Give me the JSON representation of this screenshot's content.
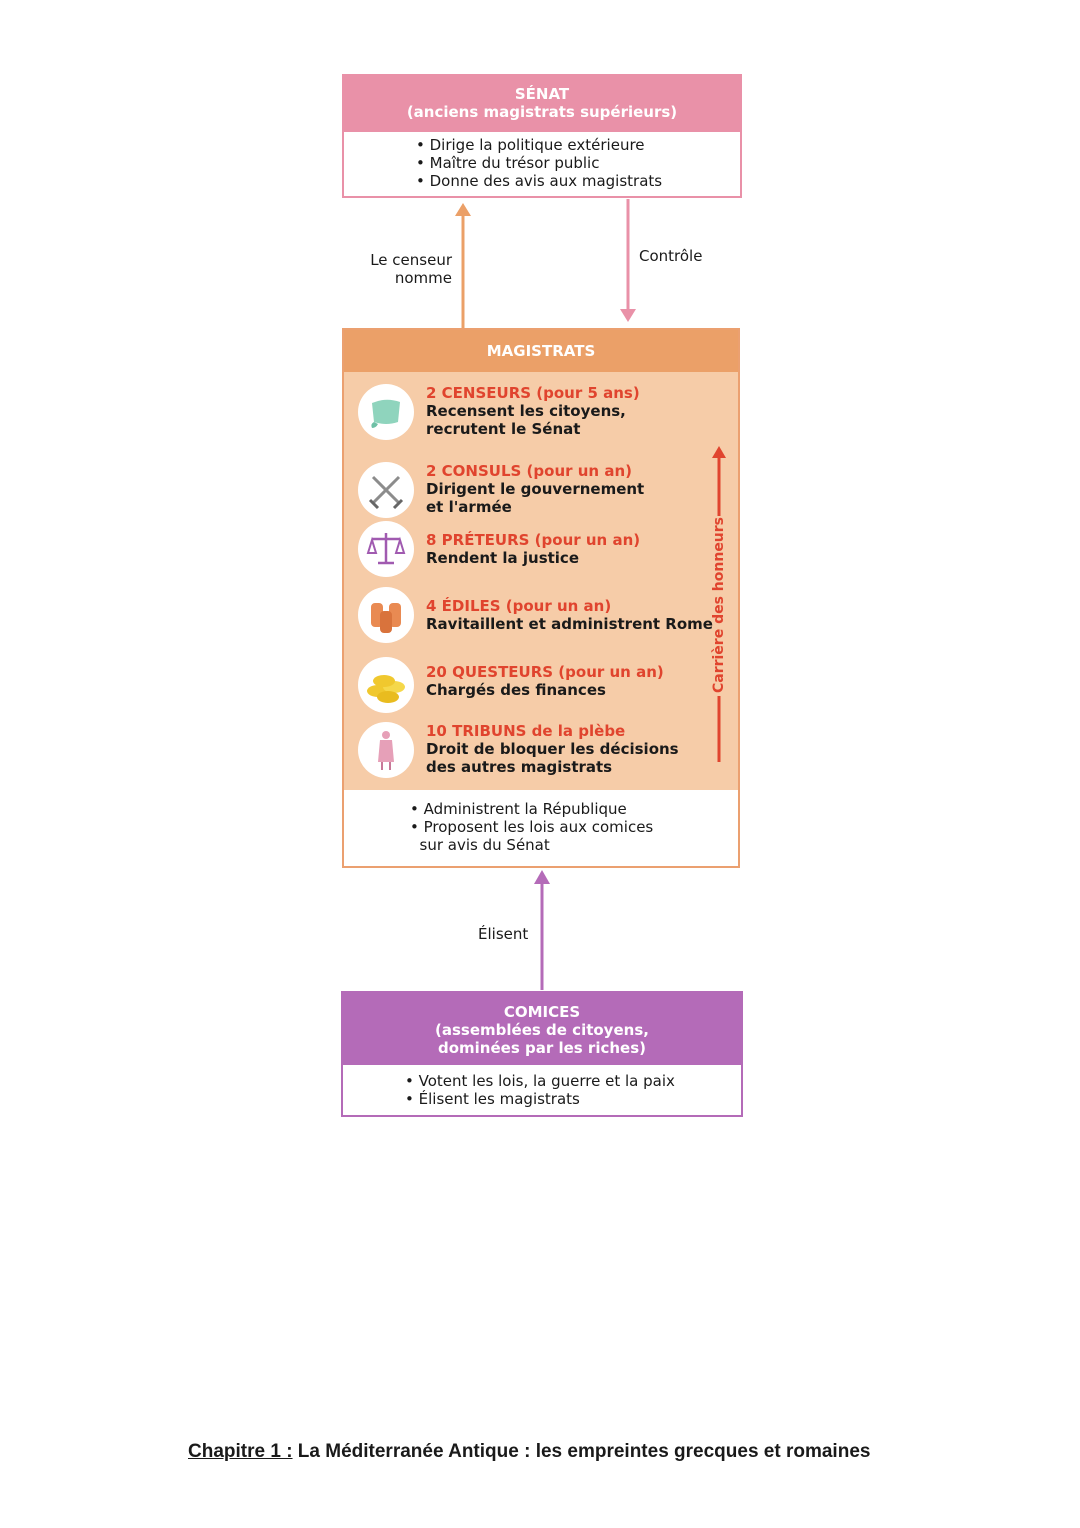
{
  "senat": {
    "title": "SÉNAT",
    "subtitle": "(anciens magistrats supérieurs)",
    "items": [
      "Dirige la politique extérieure",
      "Maître du trésor public",
      "Donne des avis aux magistrats"
    ]
  },
  "arrows": {
    "censeur_line1": "Le censeur",
    "censeur_line2": "nomme",
    "controle": "Contrôle",
    "elisent": "Élisent"
  },
  "magistrats": {
    "title": "MAGISTRATS",
    "career_label": "Carrière des honneurs",
    "rows": [
      {
        "title": "2 CENSEURS (pour 5 ans)",
        "desc1": "Recensent les citoyens,",
        "desc2": "recrutent le Sénat",
        "icon": "scroll-icon"
      },
      {
        "title": "2 CONSULS (pour un an)",
        "desc1": "Dirigent le gouvernement",
        "desc2": "et l'armée",
        "icon": "crossed-swords-icon"
      },
      {
        "title": "8 PRÉTEURS (pour un an)",
        "desc1": "Rendent la justice",
        "desc2": "",
        "icon": "scales-icon"
      },
      {
        "title": "4 ÉDILES (pour un an)",
        "desc1": "Ravitaillent et administrent Rome",
        "desc2": "",
        "icon": "amphora-icon"
      },
      {
        "title": "20 QUESTEURS (pour un an)",
        "desc1": "Chargés des finances",
        "desc2": "",
        "icon": "coins-icon"
      },
      {
        "title": "10 TRIBUNS de la plèbe",
        "desc1": "Droit de bloquer les décisions",
        "desc2": "des autres magistrats",
        "icon": "citizen-icon"
      }
    ],
    "items": [
      "Administrent la République",
      "Proposent les lois aux comices",
      "sur avis du Sénat"
    ]
  },
  "comices": {
    "title": "COMICES",
    "subtitle1": "(assemblées de citoyens,",
    "subtitle2": "dominées par les riches)",
    "items": [
      "Votent les lois, la guerre et la paix",
      "Élisent les magistrats"
    ]
  },
  "footer": {
    "chapter": "Chapitre 1 :",
    "title": " La Méditerranée Antique : les empreintes grecques et romaines"
  },
  "colors": {
    "senat": "#e991a8",
    "magistrats": "#eba068",
    "magistrats_body": "#f6cca8",
    "comices": "#b46bb8",
    "title_red": "#e0442e"
  }
}
